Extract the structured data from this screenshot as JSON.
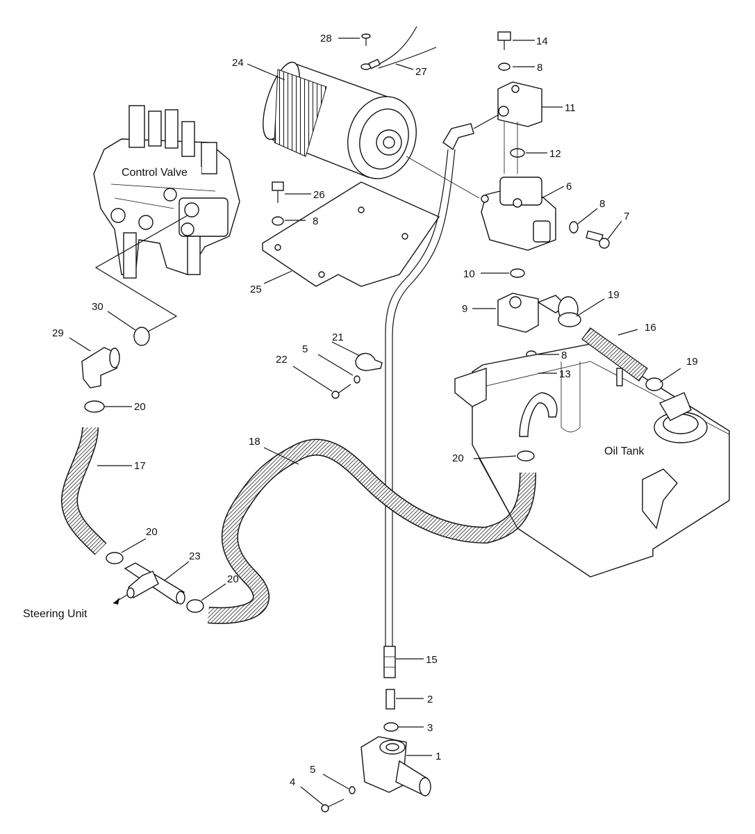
{
  "names": {
    "control_valve": "Control Valve",
    "oil_tank": "Oil Tank",
    "steering_unit": "Steering Unit"
  },
  "callouts": [
    {
      "id": "c28",
      "text": "28"
    },
    {
      "id": "c14",
      "text": "14"
    },
    {
      "id": "c24",
      "text": "24"
    },
    {
      "id": "c8a",
      "text": "8"
    },
    {
      "id": "c27",
      "text": "27"
    },
    {
      "id": "c11",
      "text": "11"
    },
    {
      "id": "c12",
      "text": "12"
    },
    {
      "id": "c26",
      "text": "26"
    },
    {
      "id": "c6",
      "text": "6"
    },
    {
      "id": "c8b",
      "text": "8"
    },
    {
      "id": "c8c",
      "text": "8"
    },
    {
      "id": "c7",
      "text": "7"
    },
    {
      "id": "c25",
      "text": "25"
    },
    {
      "id": "c10",
      "text": "10"
    },
    {
      "id": "c9",
      "text": "9"
    },
    {
      "id": "c19a",
      "text": "19"
    },
    {
      "id": "c30",
      "text": "30"
    },
    {
      "id": "c16",
      "text": "16"
    },
    {
      "id": "c29",
      "text": "29"
    },
    {
      "id": "c21",
      "text": "21"
    },
    {
      "id": "c5a",
      "text": "5"
    },
    {
      "id": "c8d",
      "text": "8"
    },
    {
      "id": "c19b",
      "text": "19"
    },
    {
      "id": "c22",
      "text": "22"
    },
    {
      "id": "c13",
      "text": "13"
    },
    {
      "id": "c20a",
      "text": "20"
    },
    {
      "id": "c18",
      "text": "18"
    },
    {
      "id": "c20b",
      "text": "20"
    },
    {
      "id": "c17",
      "text": "17"
    },
    {
      "id": "c20c",
      "text": "20"
    },
    {
      "id": "c23",
      "text": "23"
    },
    {
      "id": "c20d",
      "text": "20"
    },
    {
      "id": "c15",
      "text": "15"
    },
    {
      "id": "c2",
      "text": "2"
    },
    {
      "id": "c3",
      "text": "3"
    },
    {
      "id": "c1",
      "text": "1"
    },
    {
      "id": "c5b",
      "text": "5"
    },
    {
      "id": "c4",
      "text": "4"
    }
  ]
}
